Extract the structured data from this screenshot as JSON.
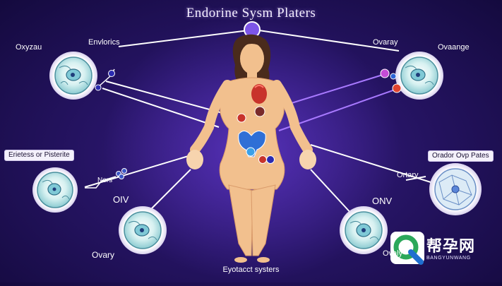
{
  "title": "Endorine Sysm Platers",
  "labels": {
    "top_left_outer": "Oxyzau",
    "top_left_inner": "Envlorics",
    "top_right_inner": "Ovaray",
    "top_right_outer": "Ovaange",
    "mid_left_box": "Erietess or Pisterite",
    "mid_right_box": "Orador Ovp Pates",
    "left_small": "Ners",
    "left_mid": "OIV",
    "right_mid_upper": "Ortary",
    "right_mid": "ONV",
    "bottom_left": "Ovary",
    "bottom_right": "Ovaly",
    "footer": "Eyotacct systers"
  },
  "watermark": {
    "text": "帮孕网",
    "subtext": "BANGYUNWANG"
  },
  "colors": {
    "background": "#261464",
    "skin": "#f2c08e",
    "hair": "#4a2b1c",
    "connector": "#ffffff",
    "accent_violet": "#7b4dff",
    "organ_red": "#c8332b",
    "organ_blue": "#2f6fd6"
  }
}
